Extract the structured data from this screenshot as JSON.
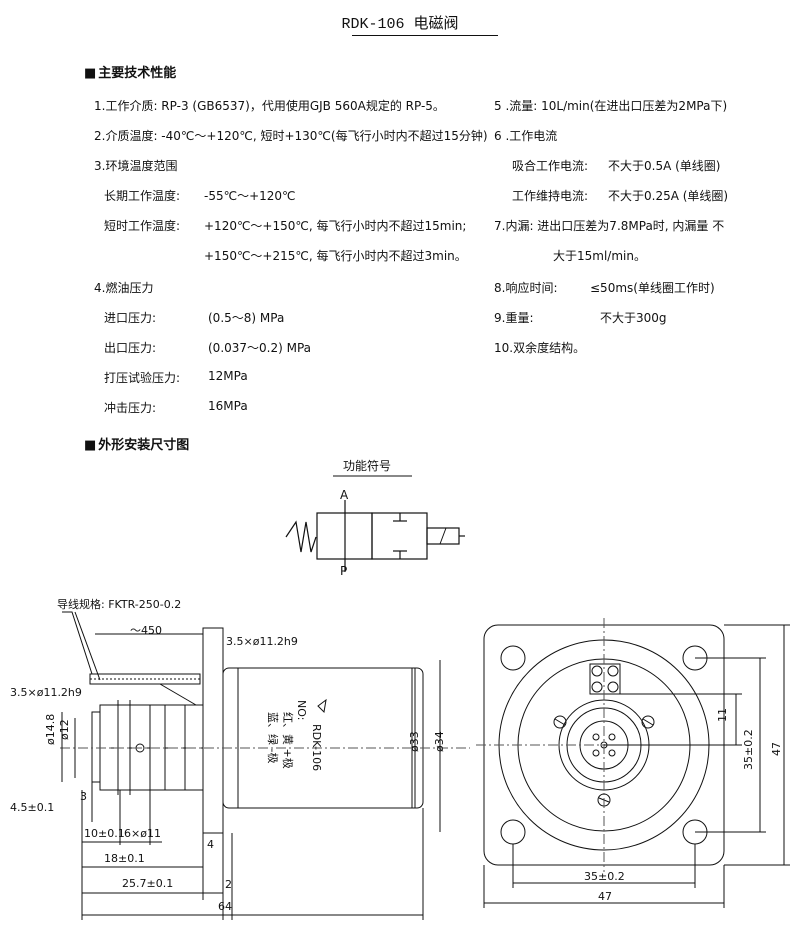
{
  "title": "RDK-106 电磁阀",
  "section1": "主要技术性能",
  "section2": "外形安装尺寸图",
  "specs_left": [
    {
      "id": "s1",
      "text": "1.工作介质:  RP-3 (GB6537)，代用使用GJB 560A规定的 RP-5。"
    },
    {
      "id": "s2",
      "text": "2.介质温度: -40℃～+120℃, 短时+130℃(每飞行小时内不超过15分钟)"
    },
    {
      "id": "s3",
      "text": "3.环境温度范围"
    },
    {
      "id": "s3a",
      "label": "长期工作温度:",
      "value": "-55℃～+120℃"
    },
    {
      "id": "s3b",
      "label": "短时工作温度:",
      "value": "+120℃～+150℃, 每飞行小时内不超过15min;"
    },
    {
      "id": "s3c",
      "text": "+150℃～+215℃, 每飞行小时内不超过3min。"
    },
    {
      "id": "s4",
      "text": "4.燃油压力"
    },
    {
      "id": "s4a",
      "label": "进口压力:",
      "value": "(0.5～8) MPa"
    },
    {
      "id": "s4b",
      "label": "出口压力:",
      "value": "(0.037～0.2) MPa"
    },
    {
      "id": "s4c",
      "label": "打压试验压力:",
      "value": "12MPa"
    },
    {
      "id": "s4d",
      "label": "冲击压力:",
      "value": "16MPa"
    }
  ],
  "specs_right": [
    {
      "id": "r5",
      "text": "5 .流量:    10L/min(在进出口压差为2MPa下)"
    },
    {
      "id": "r6",
      "text": "6 .工作电流"
    },
    {
      "id": "r6a",
      "label": "吸合工作电流:",
      "value": "不大于0.5A (单线圈)"
    },
    {
      "id": "r6b",
      "label": "工作维持电流:",
      "value": "不大于0.25A (单线圈)"
    },
    {
      "id": "r7",
      "text": "7.内漏:    进出口压差为7.8MPa时, 内漏量 不"
    },
    {
      "id": "r7b",
      "text": "大于15ml/min。"
    },
    {
      "id": "r8",
      "label": "8.响应时间:",
      "value": "≤50ms(单线圈工作时)"
    },
    {
      "id": "r9",
      "label": "9.重量:",
      "value": "不大于300g"
    },
    {
      "id": "r10",
      "text": "10.双余度结构。"
    }
  ],
  "symbol": {
    "caption": "功能符号",
    "port_a": "A",
    "port_p": "P"
  },
  "drawing": {
    "wire_spec": "导线规格: FKTR-250-0.2",
    "wire_len": "～450",
    "hole_flange": "3.5×ø11.2h9",
    "hole_left": "3.5×ø11.2h9",
    "d_left_outer": "ø14.8",
    "d_left_inner": "ø12",
    "dim_3": "3",
    "dim_45": "4.5±0.1",
    "dim_10": "10±0.1",
    "dim_6x11": "6×ø11",
    "dim_18": "18±0.1",
    "dim_257": "25.7±0.1",
    "dim_4": "4",
    "dim_2": "2",
    "dim_64": "64",
    "d33": "ø33",
    "d34": "ø34",
    "body_text": [
      "NO:",
      "红、黄 +极",
      "蓝、绿 -极",
      "RDK-106"
    ],
    "dim_11": "11",
    "dim_35v": "35±0.2",
    "dim_47v": "47",
    "dim_35h": "35±0.2",
    "dim_47h": "47"
  }
}
